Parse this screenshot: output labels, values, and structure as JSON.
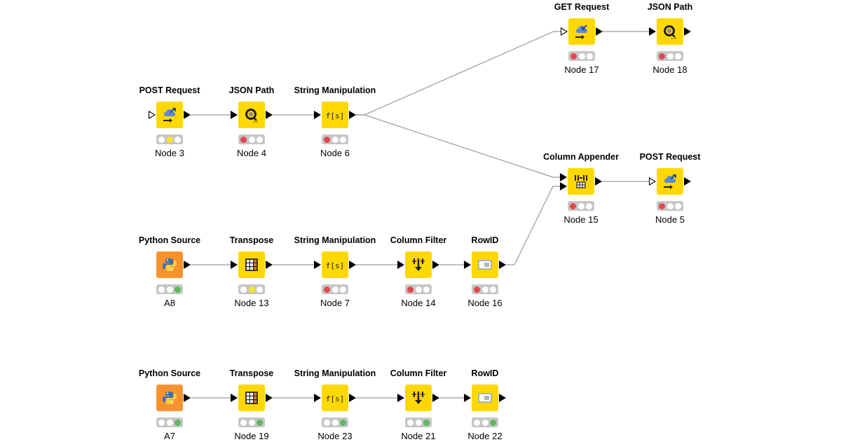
{
  "workflow": {
    "nodes": [
      {
        "id": "n3",
        "title": "POST Request",
        "label": "Node 3",
        "icon": "post-request-icon",
        "kind": "process",
        "in_port": "hollow",
        "status": [
          "off",
          "yellow",
          "off"
        ]
      },
      {
        "id": "n4",
        "title": "JSON Path",
        "label": "Node 4",
        "icon": "json-path-icon",
        "kind": "process",
        "in_port": "solid",
        "status": [
          "red",
          "off",
          "off"
        ]
      },
      {
        "id": "n6",
        "title": "String Manipulation",
        "label": "Node 6",
        "icon": "string-manipulation-icon",
        "kind": "process",
        "in_port": "solid",
        "status": [
          "red",
          "off",
          "off"
        ]
      },
      {
        "id": "n17",
        "title": "GET Request",
        "label": "Node 17",
        "icon": "get-request-icon",
        "kind": "process",
        "in_port": "hollow",
        "status": [
          "red",
          "off",
          "off"
        ]
      },
      {
        "id": "n18",
        "title": "JSON Path",
        "label": "Node 18",
        "icon": "json-path-icon",
        "kind": "process",
        "in_port": "solid",
        "status": [
          "red",
          "off",
          "off"
        ]
      },
      {
        "id": "n15",
        "title": "Column Appender",
        "label": "Node 15",
        "icon": "column-appender-icon",
        "kind": "process",
        "in_port": "dual",
        "status": [
          "red",
          "off",
          "off"
        ]
      },
      {
        "id": "n5",
        "title": "POST Request",
        "label": "Node 5",
        "icon": "post-request-icon",
        "kind": "process",
        "in_port": "hollow",
        "status": [
          "red",
          "off",
          "off"
        ]
      },
      {
        "id": "a8",
        "title": "Python Source",
        "label": "A8",
        "icon": "python-icon",
        "kind": "source",
        "in_port": "none",
        "status": [
          "off",
          "off",
          "green"
        ]
      },
      {
        "id": "n13",
        "title": "Transpose",
        "label": "Node 13",
        "icon": "transpose-icon",
        "kind": "process",
        "in_port": "solid",
        "status": [
          "off",
          "yellow",
          "off"
        ]
      },
      {
        "id": "n7",
        "title": "String Manipulation",
        "label": "Node 7",
        "icon": "string-manipulation-icon",
        "kind": "process",
        "in_port": "solid",
        "status": [
          "red",
          "off",
          "off"
        ]
      },
      {
        "id": "n14",
        "title": "Column Filter",
        "label": "Node 14",
        "icon": "column-filter-icon",
        "kind": "process",
        "in_port": "solid",
        "status": [
          "red",
          "off",
          "off"
        ]
      },
      {
        "id": "n16",
        "title": "RowID",
        "label": "Node 16",
        "icon": "rowid-icon",
        "kind": "process",
        "in_port": "solid",
        "status": [
          "red",
          "off",
          "off"
        ]
      },
      {
        "id": "a7",
        "title": "Python Source",
        "label": "A7",
        "icon": "python-icon",
        "kind": "source",
        "in_port": "none",
        "status": [
          "off",
          "off",
          "green"
        ]
      },
      {
        "id": "n19",
        "title": "Transpose",
        "label": "Node 19",
        "icon": "transpose-icon",
        "kind": "process",
        "in_port": "solid",
        "status": [
          "off",
          "off",
          "green"
        ]
      },
      {
        "id": "n23",
        "title": "String Manipulation",
        "label": "Node 23",
        "icon": "string-manipulation-icon",
        "kind": "process",
        "in_port": "solid",
        "status": [
          "off",
          "off",
          "green"
        ]
      },
      {
        "id": "n21",
        "title": "Column Filter",
        "label": "Node 21",
        "icon": "column-filter-icon",
        "kind": "process",
        "in_port": "solid",
        "status": [
          "off",
          "off",
          "green"
        ]
      },
      {
        "id": "n22",
        "title": "RowID",
        "label": "Node 22",
        "icon": "rowid-icon",
        "kind": "process",
        "in_port": "solid",
        "status": [
          "off",
          "off",
          "green"
        ]
      }
    ],
    "connections": [
      {
        "from": "n3",
        "to": "n4"
      },
      {
        "from": "n4",
        "to": "n6"
      },
      {
        "from": "n6",
        "to": "n17"
      },
      {
        "from": "n6",
        "to": "n15",
        "to_port": "top"
      },
      {
        "from": "n17",
        "to": "n18"
      },
      {
        "from": "n15",
        "to": "n5"
      },
      {
        "from": "a8",
        "to": "n13"
      },
      {
        "from": "n13",
        "to": "n7"
      },
      {
        "from": "n7",
        "to": "n14"
      },
      {
        "from": "n14",
        "to": "n16"
      },
      {
        "from": "n16",
        "to": "n15",
        "to_port": "bottom"
      },
      {
        "from": "a7",
        "to": "n19"
      },
      {
        "from": "n19",
        "to": "n23"
      },
      {
        "from": "n23",
        "to": "n21"
      },
      {
        "from": "n21",
        "to": "n22"
      }
    ],
    "colors": {
      "node_fill": "#ffd800",
      "source_fill": "#f7932e",
      "status_red": "#e5474c",
      "status_yellow": "#f6e62a",
      "status_green": "#5cb85c",
      "connection": "#9a9a9a"
    }
  }
}
